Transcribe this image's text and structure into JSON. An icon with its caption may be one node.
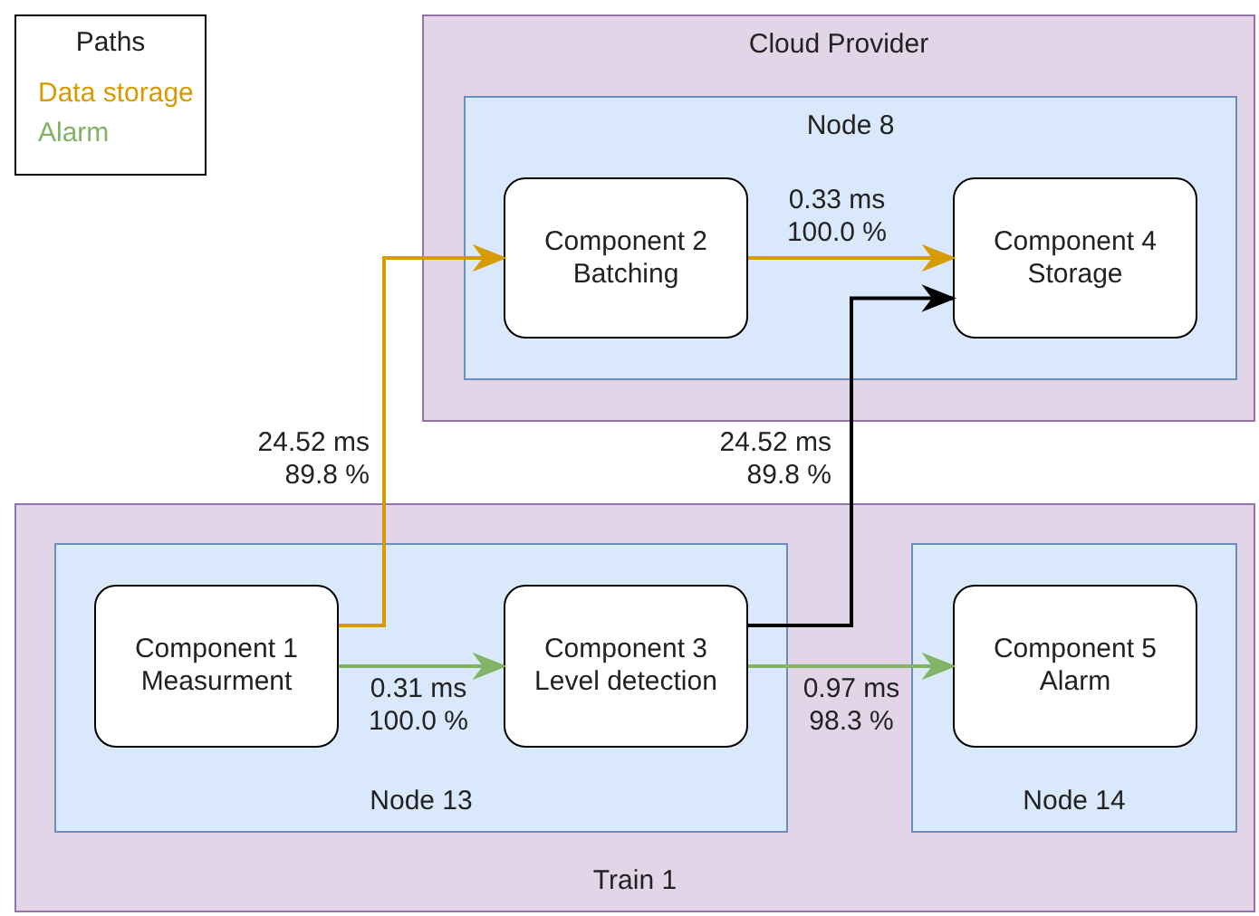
{
  "diagram": {
    "nodes": [
      {
        "text": [
          "Cloud Provider"
        ]
      },
      {
        "text": [
          "Node 8"
        ],
        "in": 0
      },
      {
        "text": [
          "Component 2 Batching"
        ],
        "in": 1
      },
      {
        "text": [
          "Component 4 Storage"
        ],
        "in": 1
      },
      {
        "text": [
          "Train 1"
        ]
      },
      {
        "text": [
          "Node 13"
        ],
        "in": 4
      },
      {
        "text": [
          "Component 1 Measurment"
        ],
        "in": 5
      },
      {
        "text": [
          "Component 3 Level detection"
        ],
        "in": 5
      },
      {
        "text": [
          "Node 14"
        ],
        "in": 4
      },
      {
        "text": [
          "Component 5 Alarm"
        ],
        "in": 8
      }
    ],
    "edges": [
      {
        "from": 6,
        "to": 2,
        "arrow": "to",
        "label": "24.52 ms 89.8 %",
        "color": "#d79b00"
      },
      {
        "from": 2,
        "to": 3,
        "arrow": "to",
        "label": "0.33 ms 100.0 %",
        "color": "#d79b00"
      },
      {
        "from": 7,
        "to": 3,
        "arrow": "to",
        "label": "24.52 ms 89.8 %",
        "color": "#000000"
      },
      {
        "from": 6,
        "to": 7,
        "arrow": "to",
        "label": "0.31 ms 100.0 %",
        "color": "#82b366"
      },
      {
        "from": 7,
        "to": 9,
        "arrow": "to",
        "label": "0.97 ms 98.3 %",
        "color": "#82b366"
      }
    ],
    "labels": [
      "Paths"
    ],
    "legend": [
      {
        "text": "Data storage",
        "color": "#d79b00"
      },
      {
        "text": "Alarm",
        "color": "#82b366"
      }
    ]
  }
}
